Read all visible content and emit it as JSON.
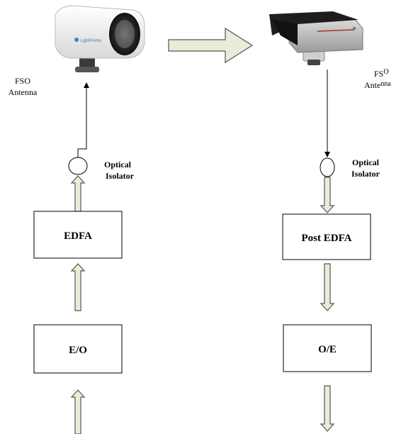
{
  "transmitter": {
    "antenna_label_line1": "FSO",
    "antenna_label_line2": "Antenna",
    "isolator_label_line1": "Optical",
    "isolator_label_line2": "Isolator",
    "amplifier_label": "EDFA",
    "converter_label": "E/O",
    "camera_brand_text": "LightPointe"
  },
  "receiver": {
    "antenna_label_line1_main": "FS",
    "antenna_label_line1_sup": "O",
    "antenna_label_line2_main": "Ante",
    "antenna_label_line2_sup": "nna",
    "isolator_label_line1": "Optical",
    "isolator_label_line2": "Isolator",
    "amplifier_label": "Post EDFA",
    "converter_label": "O/E"
  },
  "colors": {
    "arrow_fill": "#e8ecd8",
    "arrow_stroke": "#555555",
    "box_stroke": "#000000",
    "camera_body_tx": "#f2f2f2",
    "camera_body_rx": "#c8c8c8",
    "camera_shade_rx": "#222222",
    "brand_accent": "#4a7fc0"
  }
}
